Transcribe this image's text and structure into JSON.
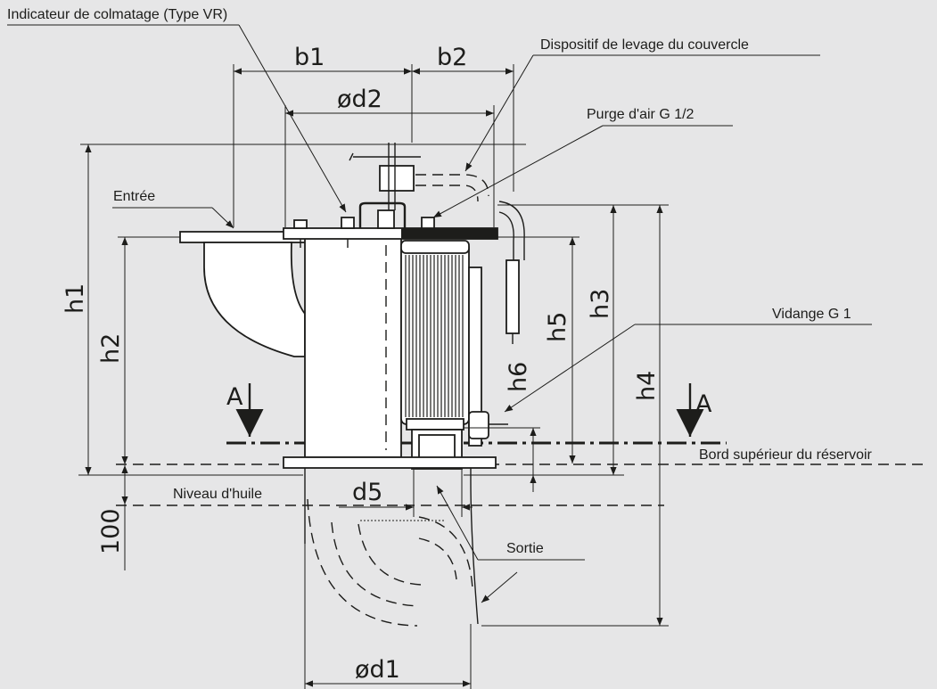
{
  "labels": {
    "clog_indicator": "Indicateur de colmatage (Type VR)",
    "lid_lift": "Dispositif de levage du couvercle",
    "air_bleed": "Purge d'air G 1/2",
    "inlet": "Entrée",
    "drain": "Vidange G 1",
    "tank_top": "Bord supérieur du réservoir",
    "oil_level": "Niveau d'huile",
    "outlet": "Sortie"
  },
  "dimensions": {
    "b1": "b1",
    "b2": "b2",
    "d2": "ød2",
    "h1": "h1",
    "h2": "h2",
    "h3": "h3",
    "h4": "h4",
    "h5": "h5",
    "h6": "h6",
    "d5": "d5",
    "d1": "ød1",
    "v100": "100"
  },
  "section_marks": {
    "left": "A",
    "right": "A"
  },
  "colors": {
    "background": "#e6e6e7",
    "ink": "#1d1d1b"
  }
}
